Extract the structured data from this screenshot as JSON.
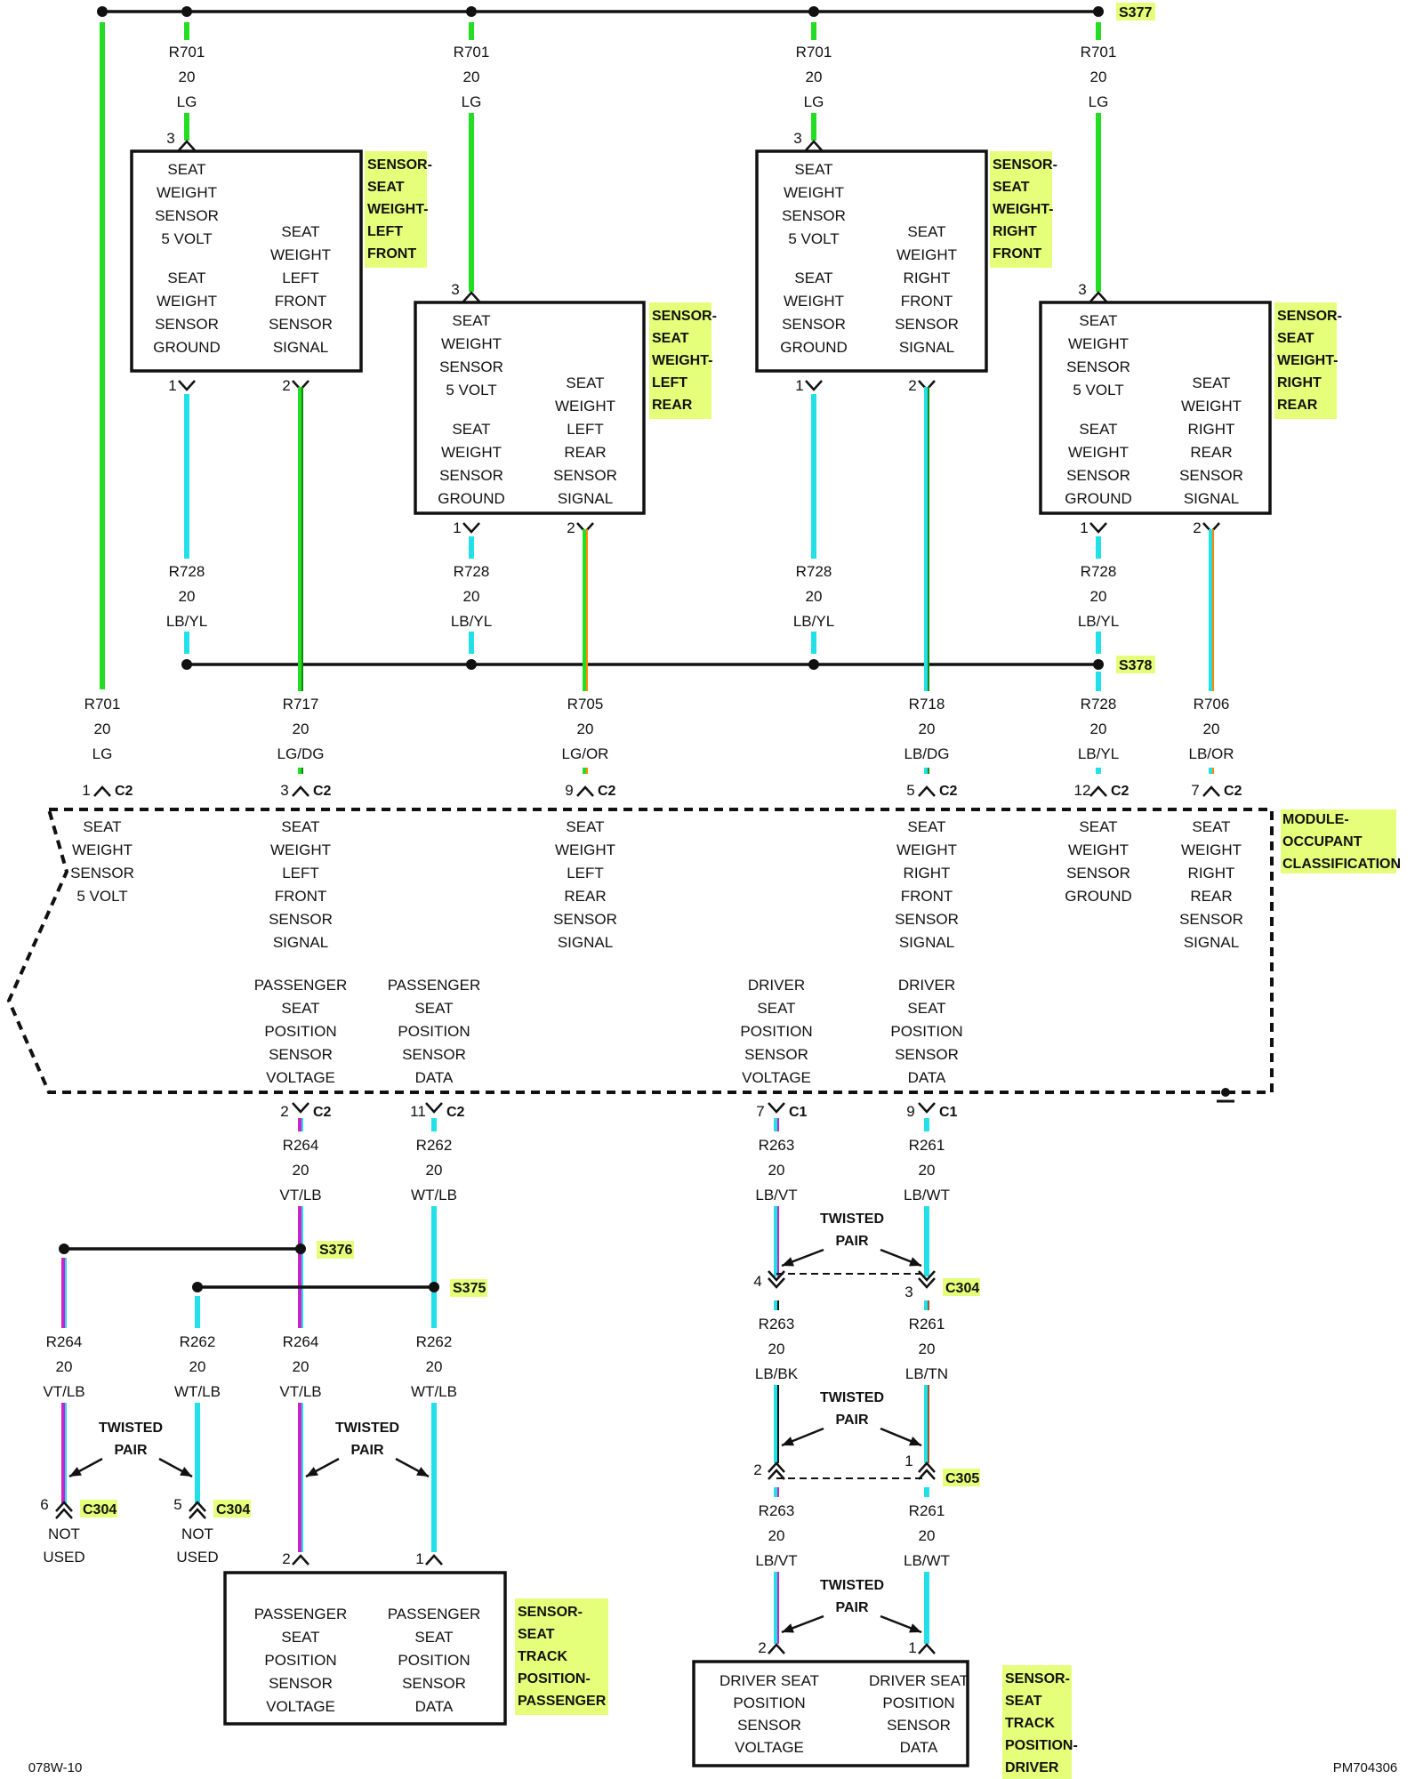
{
  "splices": {
    "s377": "S377",
    "s378": "S378",
    "s376": "S376",
    "s375": "S375"
  },
  "connectors": {
    "c2": "C2",
    "c1": "C1",
    "c304": "C304",
    "c305": "C305"
  },
  "sensors": {
    "left_front": {
      "name": [
        "SENSOR-",
        "SEAT",
        "WEIGHT-",
        "LEFT",
        "FRONT"
      ],
      "pin_in": "3",
      "pin_a": "1",
      "pin_b": "2",
      "text_a": [
        "SEAT",
        "WEIGHT",
        "SENSOR",
        "5 VOLT"
      ],
      "text_b": [
        "SEAT",
        "WEIGHT",
        "LEFT",
        "FRONT",
        "SENSOR",
        "SIGNAL"
      ],
      "text_c": [
        "SEAT",
        "WEIGHT",
        "SENSOR",
        "GROUND"
      ]
    },
    "left_rear": {
      "name": [
        "SENSOR-",
        "SEAT",
        "WEIGHT-",
        "LEFT",
        "REAR"
      ],
      "pin_in": "3",
      "pin_a": "1",
      "pin_b": "2",
      "text_a": [
        "SEAT",
        "WEIGHT",
        "SENSOR",
        "5 VOLT"
      ],
      "text_b": [
        "SEAT",
        "WEIGHT",
        "LEFT",
        "REAR",
        "SENSOR",
        "SIGNAL"
      ],
      "text_c": [
        "SEAT",
        "WEIGHT",
        "SENSOR",
        "GROUND"
      ]
    },
    "right_front": {
      "name": [
        "SENSOR-",
        "SEAT",
        "WEIGHT-",
        "RIGHT",
        "FRONT"
      ],
      "pin_in": "3",
      "pin_a": "1",
      "pin_b": "2",
      "text_a": [
        "SEAT",
        "WEIGHT",
        "SENSOR",
        "5 VOLT"
      ],
      "text_b": [
        "SEAT",
        "WEIGHT",
        "RIGHT",
        "FRONT",
        "SENSOR",
        "SIGNAL"
      ],
      "text_c": [
        "SEAT",
        "WEIGHT",
        "SENSOR",
        "GROUND"
      ]
    },
    "right_rear": {
      "name": [
        "SENSOR-",
        "SEAT",
        "WEIGHT-",
        "RIGHT",
        "REAR"
      ],
      "pin_in": "3",
      "pin_a": "1",
      "pin_b": "2",
      "text_a": [
        "SEAT",
        "WEIGHT",
        "SENSOR",
        "5 VOLT"
      ],
      "text_b": [
        "SEAT",
        "WEIGHT",
        "RIGHT",
        "REAR",
        "SENSOR",
        "SIGNAL"
      ],
      "text_c": [
        "SEAT",
        "WEIGHT",
        "SENSOR",
        "GROUND"
      ]
    }
  },
  "wires_top": {
    "w1": [
      "R701",
      "20",
      "LG"
    ],
    "w2": [
      "R701",
      "20",
      "LG"
    ],
    "w3": [
      "R701",
      "20",
      "LG"
    ],
    "w4": [
      "R701",
      "20",
      "LG"
    ]
  },
  "wires_mid": {
    "w1": [
      "R728",
      "20",
      "LB/YL"
    ],
    "w2": [
      "R728",
      "20",
      "LB/YL"
    ],
    "w3": [
      "R728",
      "20",
      "LB/YL"
    ],
    "w4": [
      "R728",
      "20",
      "LB/YL"
    ]
  },
  "module_wires": {
    "r701": [
      "R701",
      "20",
      "LG"
    ],
    "r717": [
      "R717",
      "20",
      "LG/DG"
    ],
    "r705": [
      "R705",
      "20",
      "LG/OR"
    ],
    "r718": [
      "R718",
      "20",
      "LB/DG"
    ],
    "r728": [
      "R728",
      "20",
      "LB/YL"
    ],
    "r706": [
      "R706",
      "20",
      "LB/OR"
    ]
  },
  "module_pins": {
    "p1": "1",
    "p3": "3",
    "p9": "9",
    "p5": "5",
    "p12": "12",
    "p7": "7",
    "p2": "2",
    "p11": "11",
    "p7b": "7",
    "p9b": "9"
  },
  "module": {
    "name": [
      "MODULE-",
      "OCCUPANT",
      "CLASSIFICATION"
    ],
    "f1": [
      "SEAT",
      "WEIGHT",
      "SENSOR",
      "5 VOLT"
    ],
    "f2": [
      "SEAT",
      "WEIGHT",
      "LEFT",
      "FRONT",
      "SENSOR",
      "SIGNAL"
    ],
    "f3": [
      "SEAT",
      "WEIGHT",
      "LEFT",
      "REAR",
      "SENSOR",
      "SIGNAL"
    ],
    "f4": [
      "SEAT",
      "WEIGHT",
      "RIGHT",
      "FRONT",
      "SENSOR",
      "SIGNAL"
    ],
    "f5": [
      "SEAT",
      "WEIGHT",
      "SENSOR",
      "GROUND"
    ],
    "f6": [
      "SEAT",
      "WEIGHT",
      "RIGHT",
      "REAR",
      "SENSOR",
      "SIGNAL"
    ],
    "g1": [
      "PASSENGER",
      "SEAT",
      "POSITION",
      "SENSOR",
      "VOLTAGE"
    ],
    "g2": [
      "PASSENGER",
      "SEAT",
      "POSITION",
      "SENSOR",
      "DATA"
    ],
    "g3": [
      "DRIVER",
      "SEAT",
      "POSITION",
      "SENSOR",
      "VOLTAGE"
    ],
    "g4": [
      "DRIVER",
      "SEAT",
      "POSITION",
      "SENSOR",
      "DATA"
    ]
  },
  "lower_wires": {
    "r264a": [
      "R264",
      "20",
      "VT/LB"
    ],
    "r262a": [
      "R262",
      "20",
      "WT/LB"
    ],
    "r263a": [
      "R263",
      "20",
      "LB/VT"
    ],
    "r261a": [
      "R261",
      "20",
      "LB/WT"
    ],
    "r264l": [
      "R264",
      "20",
      "VT/LB"
    ],
    "r262l": [
      "R262",
      "20",
      "WT/LB"
    ],
    "r264b": [
      "R264",
      "20",
      "VT/LB"
    ],
    "r262b": [
      "R262",
      "20",
      "WT/LB"
    ],
    "r263b": [
      "R263",
      "20",
      "LB/BK"
    ],
    "r261b": [
      "R261",
      "20",
      "LB/TN"
    ],
    "r263c": [
      "R263",
      "20",
      "LB/VT"
    ],
    "r261c": [
      "R261",
      "20",
      "LB/WT"
    ]
  },
  "twisted": [
    "TWISTED",
    "PAIR"
  ],
  "not_used": [
    "NOT",
    "USED"
  ],
  "lower_pins": {
    "c304_4": "4",
    "c304_3": "3",
    "c305_2": "2",
    "c305_1": "1",
    "c304_6": "6",
    "c304_5": "5",
    "pp2": "2",
    "pp1": "1",
    "dp2": "2",
    "dp1": "1"
  },
  "pass_sensor": {
    "name": [
      "SENSOR-",
      "SEAT",
      "TRACK",
      "POSITION-",
      "PASSENGER"
    ],
    "a": [
      "PASSENGER",
      "SEAT",
      "POSITION",
      "SENSOR",
      "VOLTAGE"
    ],
    "b": [
      "PASSENGER",
      "SEAT",
      "POSITION",
      "SENSOR",
      "DATA"
    ]
  },
  "drv_sensor": {
    "name": [
      "SENSOR-",
      "SEAT",
      "TRACK",
      "POSITION-",
      "DRIVER"
    ],
    "a": [
      "DRIVER SEAT",
      "POSITION",
      "SENSOR",
      "VOLTAGE"
    ],
    "b": [
      "DRIVER SEAT",
      "POSITION",
      "SENSOR",
      "DATA"
    ]
  },
  "footer": {
    "left": "078W-10",
    "right": "PM704306"
  },
  "colors": {
    "lg": "#22dd22",
    "lb": "#22e0e8",
    "vt": "#cc22cc",
    "dg": "#118811",
    "or": "#ff8800",
    "highlight": "#e6ff7a"
  }
}
